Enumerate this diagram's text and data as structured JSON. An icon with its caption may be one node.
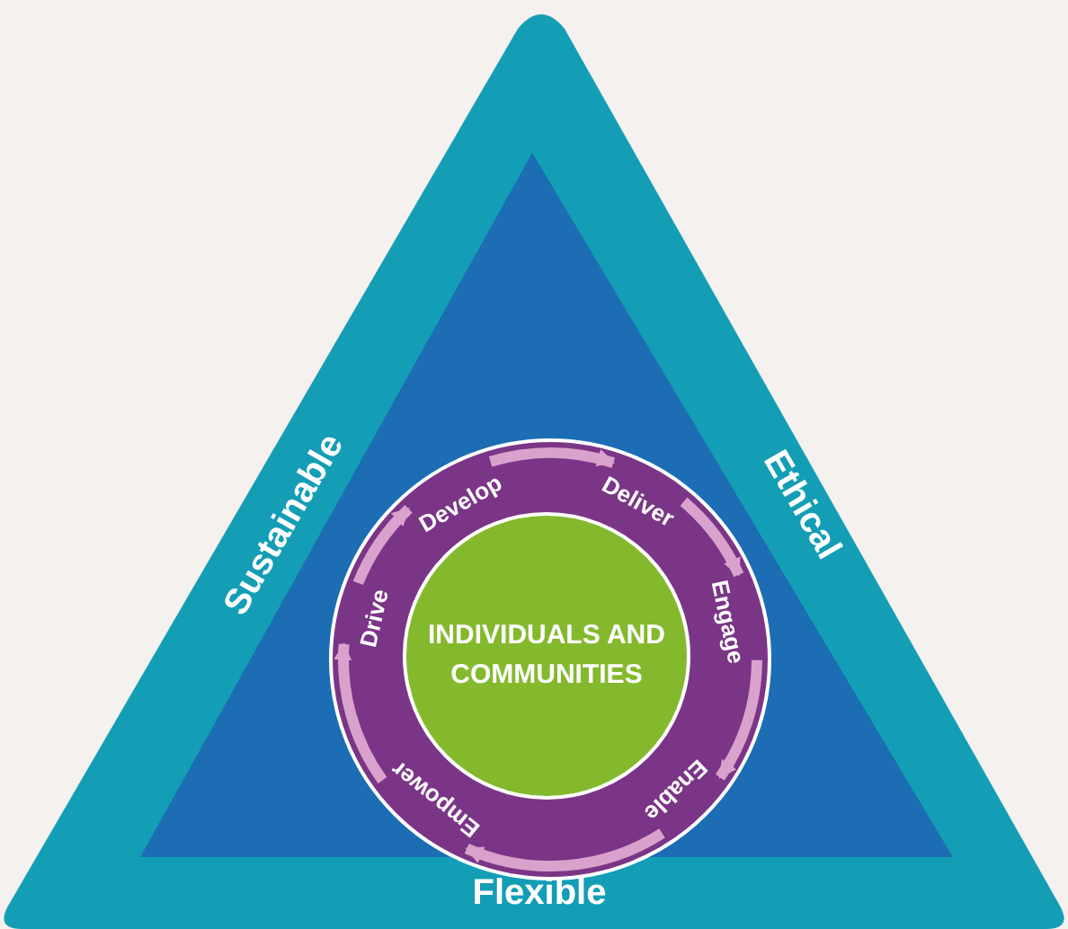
{
  "diagram": {
    "nodes": [
      {
        "text": [
          "Sustainable",
          "Ethical",
          "Flexible"
        ]
      },
      {
        "text": [],
        "shape": "triangle",
        "in": 0
      },
      {
        "text": [],
        "shape": "circle",
        "in": 1
      },
      {
        "text": [
          "INDIVIDUALS AND COMMUNITIES"
        ],
        "in": 2
      },
      {
        "text": [
          "Develop"
        ],
        "in": 2
      },
      {
        "text": [
          "Deliver"
        ],
        "in": 2
      },
      {
        "text": [
          "Engage"
        ],
        "in": 2
      },
      {
        "text": [
          "Enable"
        ],
        "in": 2
      },
      {
        "text": [
          "Empower"
        ],
        "in": 2
      },
      {
        "text": [
          "Drive"
        ],
        "in": 2
      }
    ],
    "edges": [
      {
        "from": 4,
        "to": 5,
        "arrow": "to"
      },
      {
        "from": 5,
        "to": 6,
        "arrow": "to"
      },
      {
        "from": 6,
        "to": 7,
        "arrow": "to"
      },
      {
        "from": 7,
        "to": 8,
        "arrow": "to"
      },
      {
        "from": 8,
        "to": 9,
        "arrow": "to"
      },
      {
        "from": 9,
        "to": 4,
        "arrow": "to"
      }
    ]
  }
}
